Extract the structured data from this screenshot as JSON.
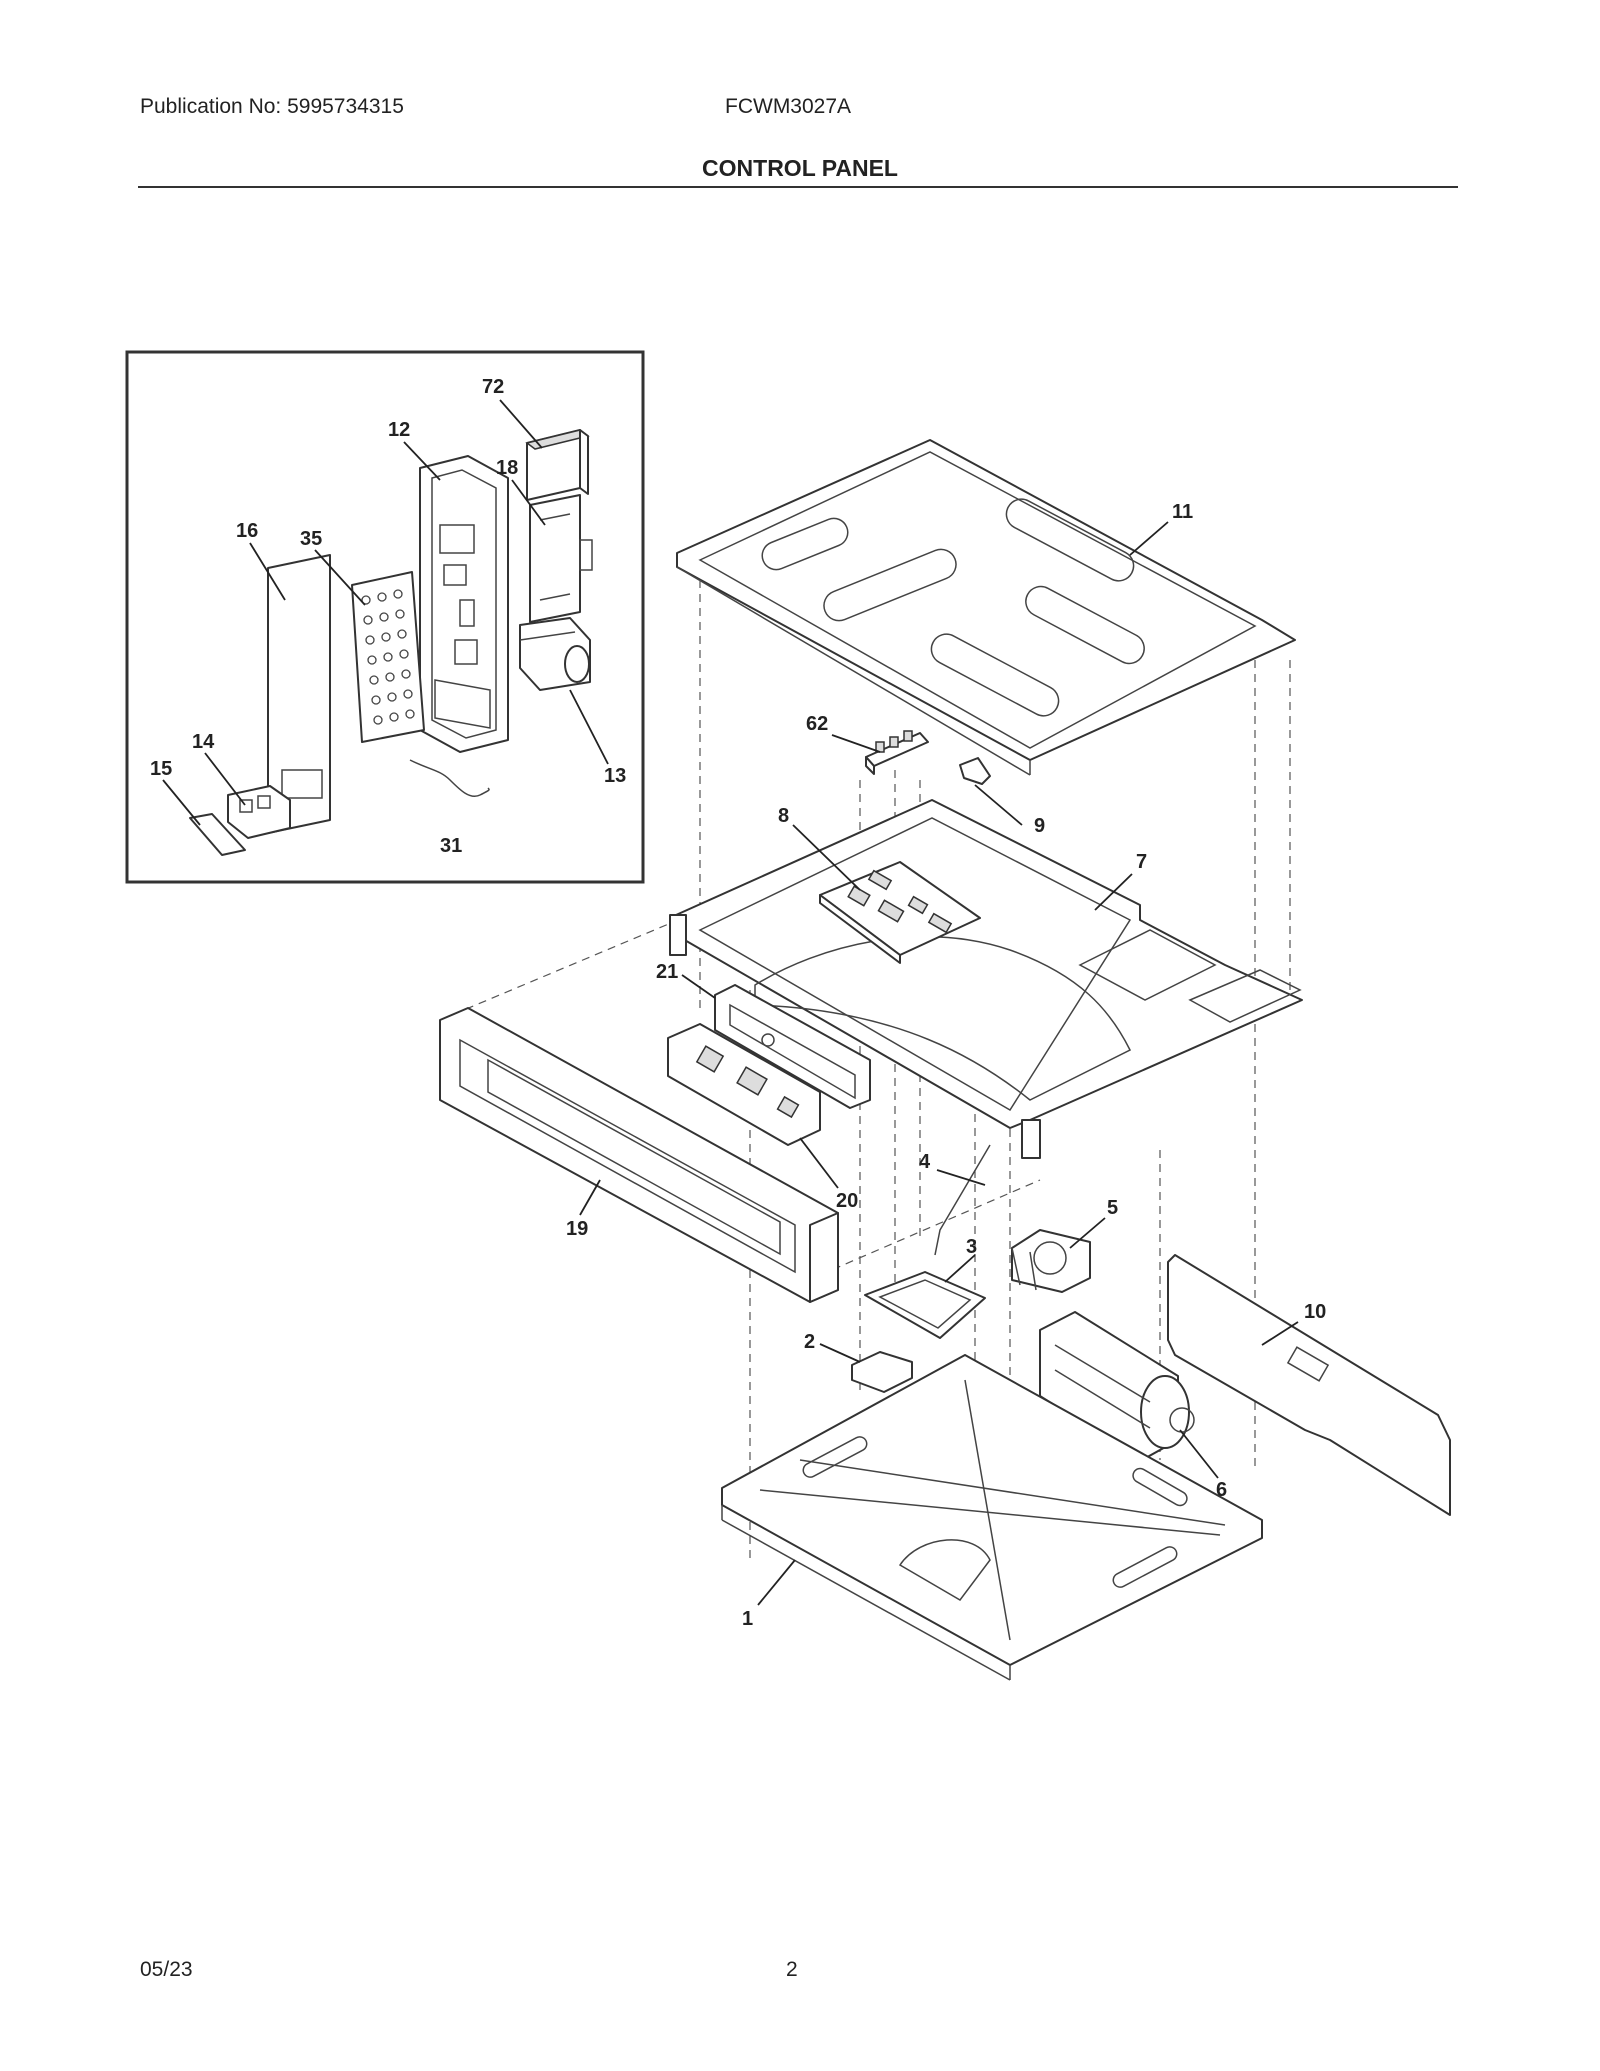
{
  "header": {
    "publication": "Publication No: 5995734315",
    "model": "FCWM3027A",
    "title": "CONTROL PANEL"
  },
  "footer": {
    "date": "05/23",
    "page": "2"
  },
  "callouts": {
    "c72": "72",
    "c12": "12",
    "c18": "18",
    "c16": "16",
    "c35": "35",
    "c13": "13",
    "c14": "14",
    "c15": "15",
    "c31": "31",
    "c11": "11",
    "c62": "62",
    "c9": "9",
    "c8": "8",
    "c7": "7",
    "c21": "21",
    "c4": "4",
    "c20": "20",
    "c19": "19",
    "c5": "5",
    "c3": "3",
    "c10": "10",
    "c2": "2",
    "c6": "6",
    "c1": "1"
  }
}
